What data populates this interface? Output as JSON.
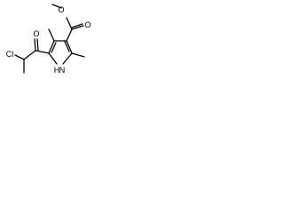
{
  "colors": {
    "background": "#ffffff",
    "ink": "#000000"
  },
  "atoms": {
    "ester_o_top": "O",
    "ester_o_bottom": "O",
    "ketone_o": "O",
    "chlorine": "Cl",
    "nitrogen_h": "H",
    "nitrogen": "N"
  }
}
